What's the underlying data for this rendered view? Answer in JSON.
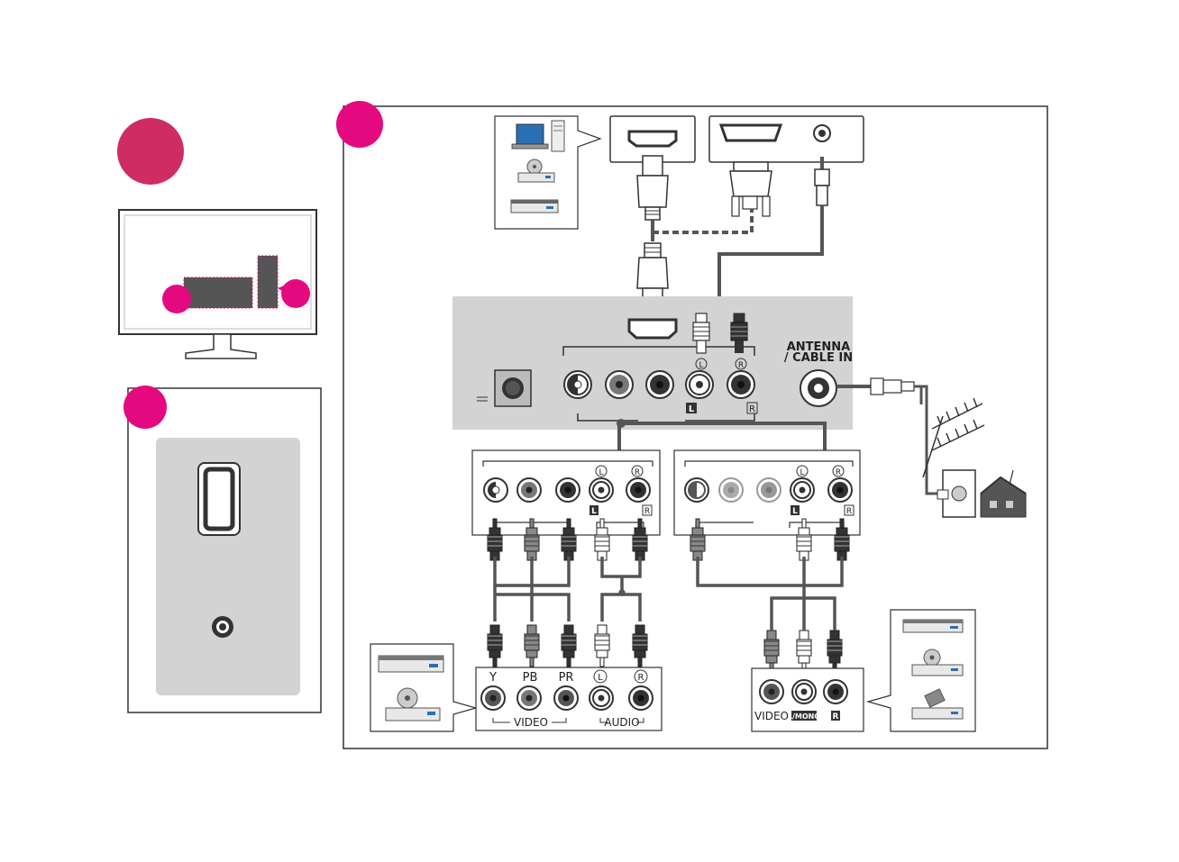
{
  "antenna": {
    "line1": "ANTENNA",
    "line2": "/ CABLE IN"
  },
  "component_labels": {
    "y": "Y",
    "pb": "PB",
    "pr": "PR",
    "l": "L",
    "r": "R"
  },
  "component_groups": {
    "video": "VIDEO",
    "audio": "AUDIO"
  },
  "panel_port_marks": {
    "l": "L",
    "r": "R",
    "circled_l": "L",
    "circled_r": "R"
  },
  "composite_labels": {
    "video": "VIDEO",
    "l_mono": "L/MONO",
    "r": "R"
  },
  "colors": {
    "magenta": "#e5097f",
    "rose": "#cf2c63",
    "panel_gray": "#d3d3d3",
    "cable": "#555555"
  },
  "icons": [
    "laptop-icon",
    "desktop-tower-icon",
    "dvd-player-icon",
    "set-top-box-icon",
    "vcr-icon",
    "rooftop-antenna-icon",
    "house-icon",
    "wall-outlet-icon"
  ]
}
